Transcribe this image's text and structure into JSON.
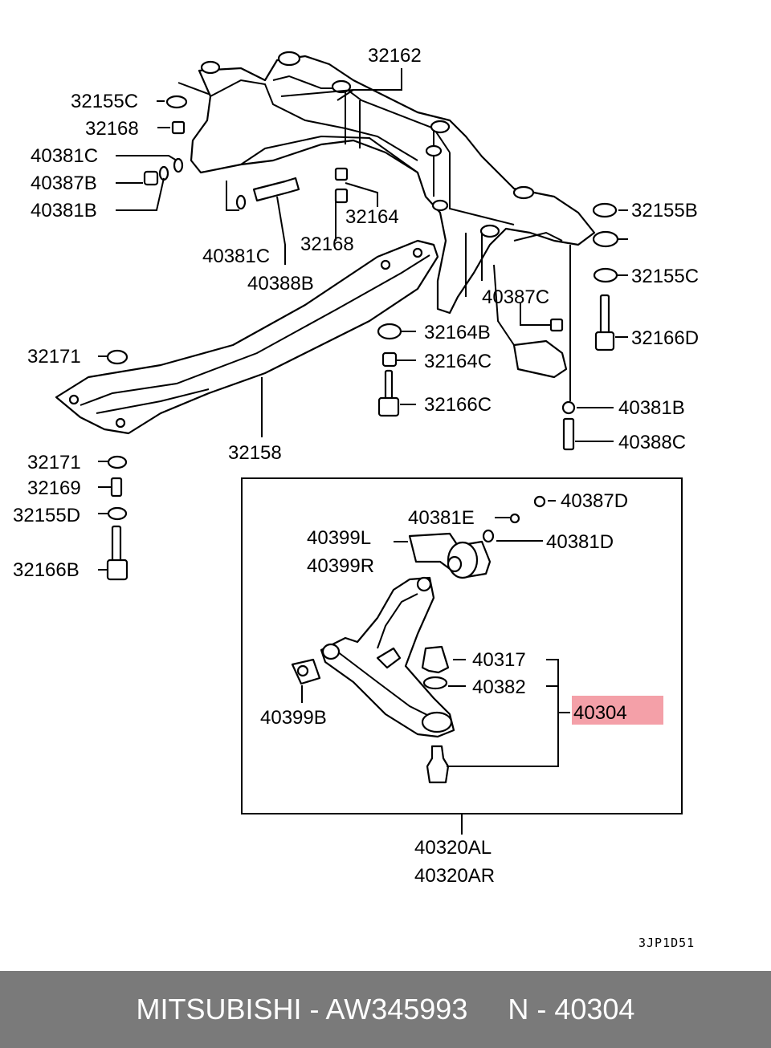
{
  "labels": {
    "p32162": "32162",
    "p32155c_a": "32155C",
    "p32168_a": "32168",
    "p40381c_a": "40381C",
    "p40387b": "40387B",
    "p40381b_a": "40381B",
    "p32164": "32164",
    "p32168_b": "32168",
    "p40381c_b": "40381C",
    "p40388b": "40388B",
    "p32155b": "32155B",
    "p32155c_b": "32155C",
    "p40387c": "40387C",
    "p32166d": "32166D",
    "p32164b": "32164B",
    "p32164c": "32164C",
    "p32171_a": "32171",
    "p32166c": "32166C",
    "p40381b_b": "40381B",
    "p40388c": "40388C",
    "p32158": "32158",
    "p32171_b": "32171",
    "p32169": "32169",
    "p32155d": "32155D",
    "p32166b": "32166B",
    "p40387d": "40387D",
    "p40381e": "40381E",
    "p40399l": "40399L",
    "p40399r": "40399R",
    "p40381d": "40381D",
    "p40317": "40317",
    "p40382": "40382",
    "p40304": "40304",
    "p40399b": "40399B",
    "p40320al": "40320AL",
    "p40320ar": "40320AR",
    "diagram_code": "3JP1D51"
  },
  "highlight_color": "#f4a0a8",
  "footer": {
    "brand": "MITSUBISHI",
    "part_number": "AW345993",
    "ref_number": "N - 40304",
    "text": "MITSUBISHI - AW345993     N - 40304"
  }
}
